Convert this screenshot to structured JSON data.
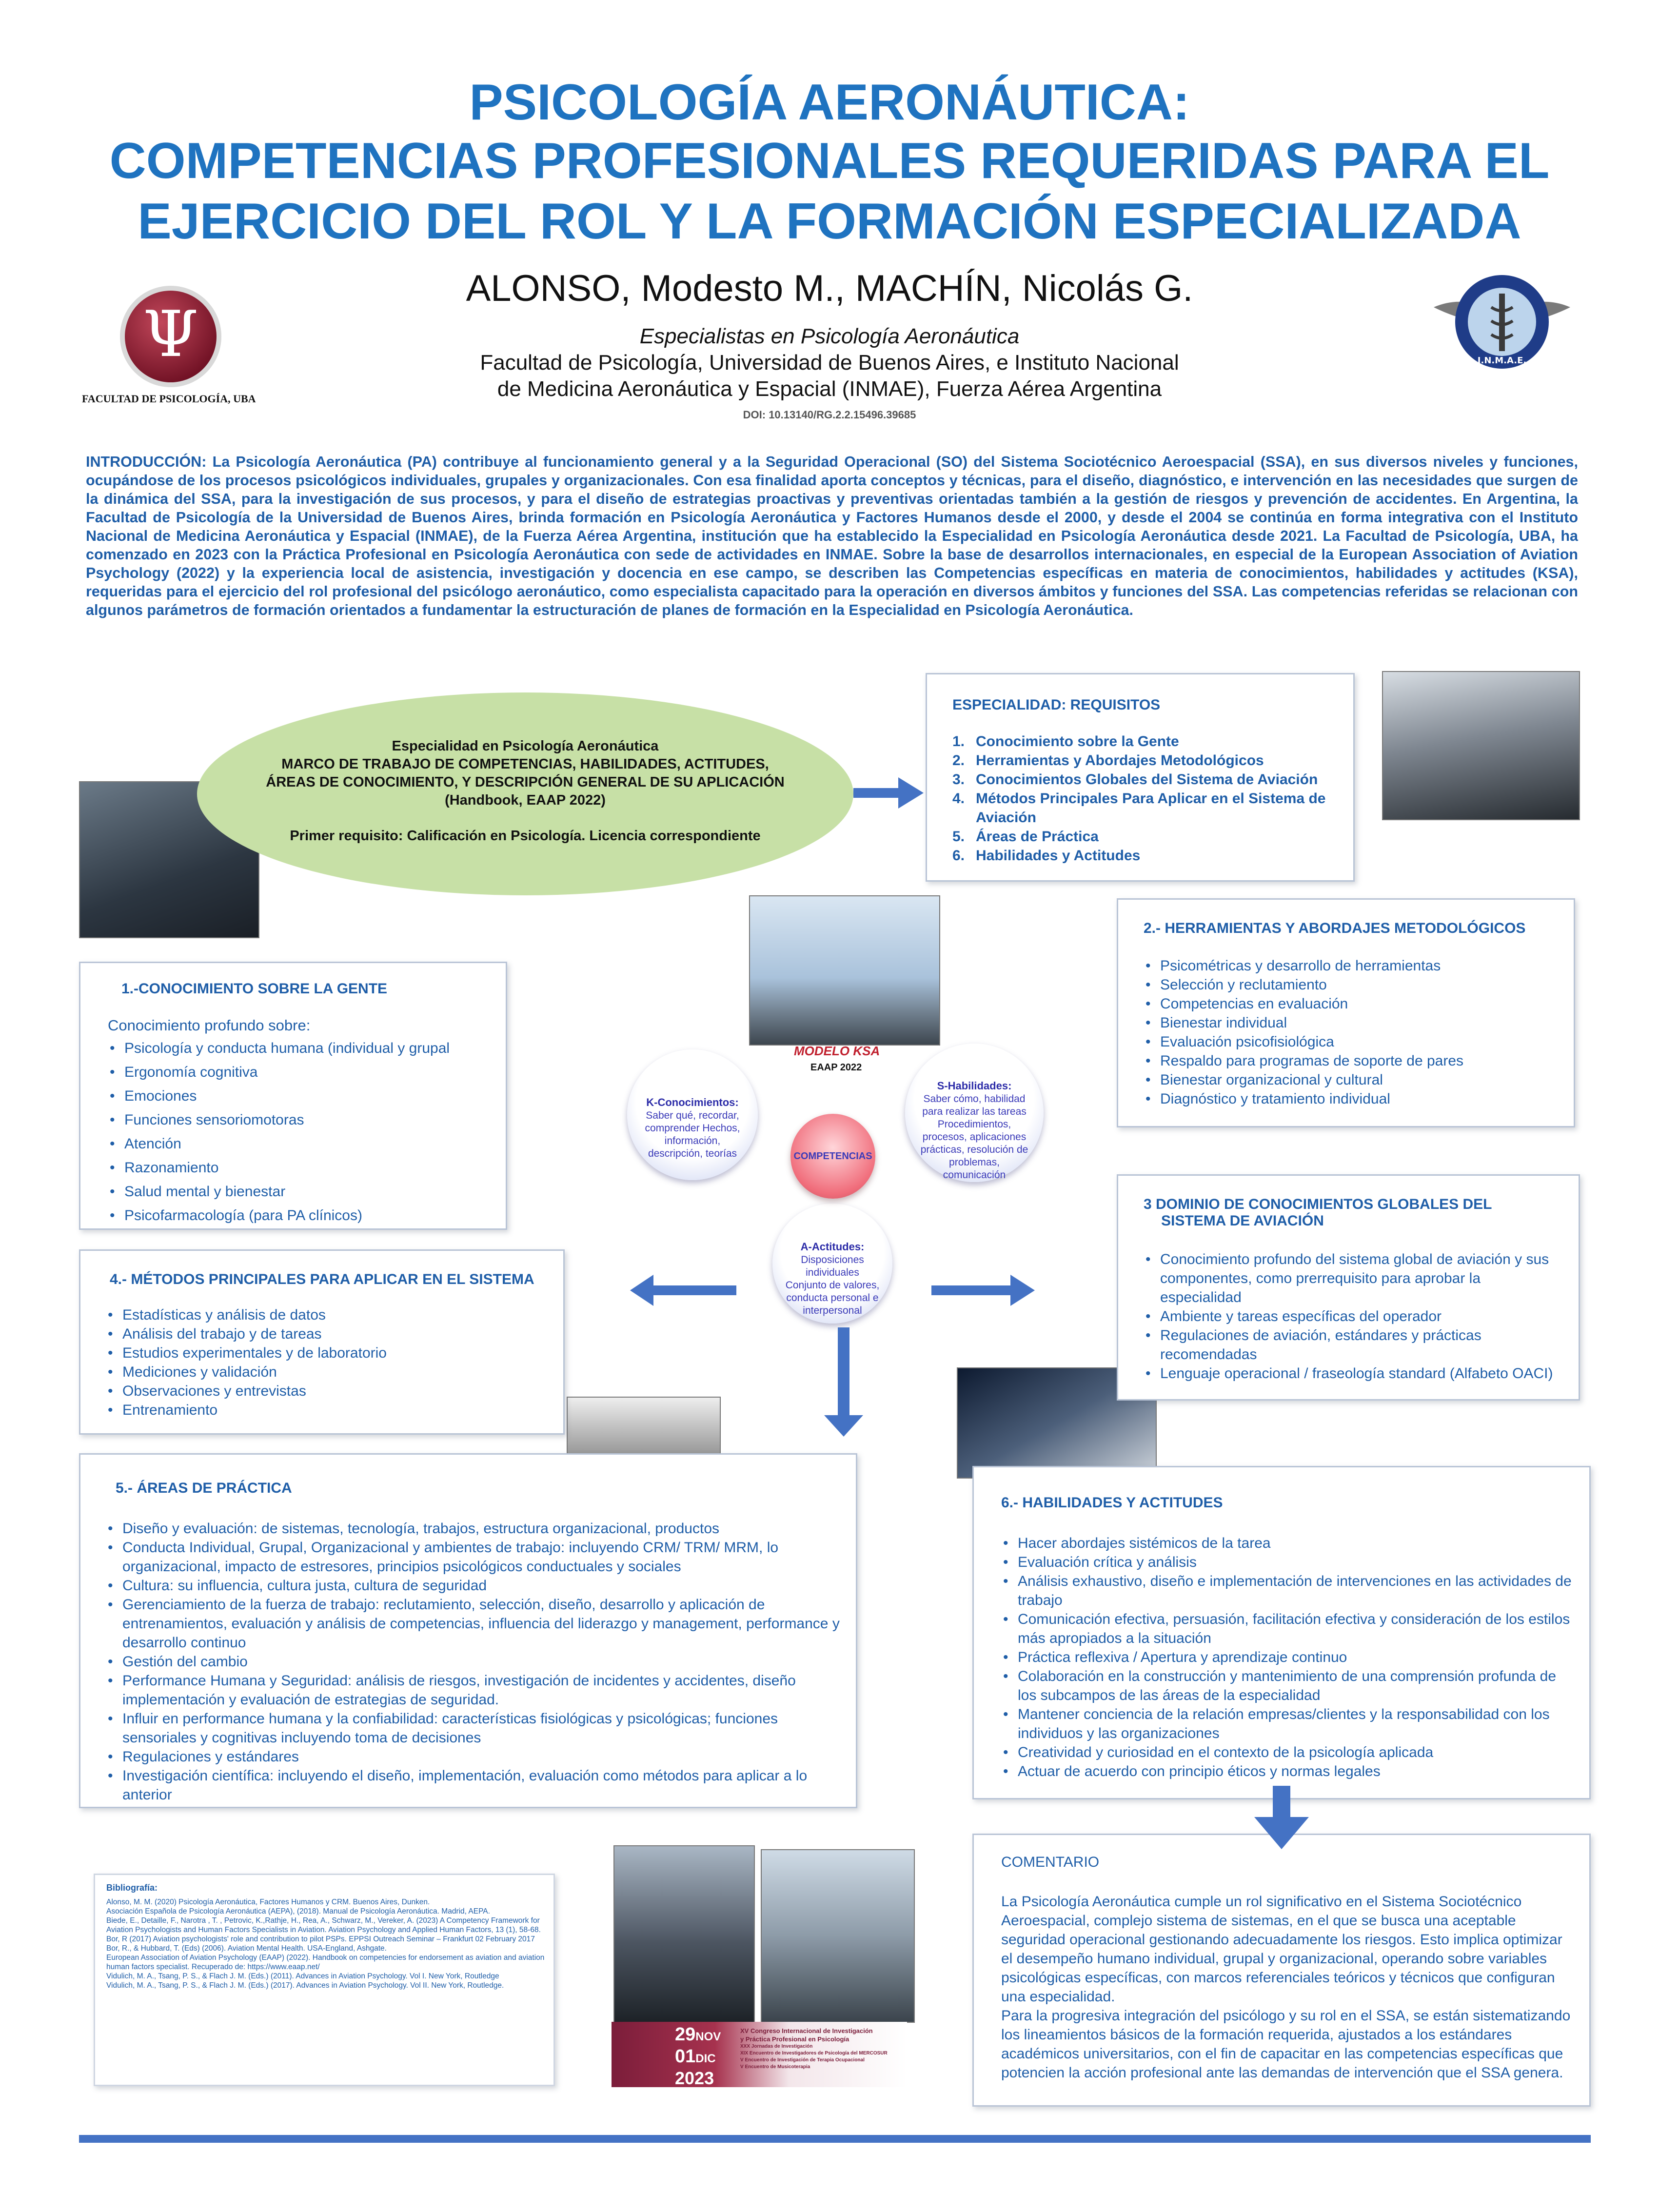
{
  "title": {
    "line1": "PSICOLOGÍA AERONÁUTICA:",
    "line2": "COMPETENCIAS PROFESIONALES REQUERIDAS PARA EL",
    "line3": "EJERCICIO DEL ROL Y LA FORMACIÓN ESPECIALIZADA"
  },
  "authors": "ALONSO, Modesto M., MACHÍN, Nicolás G.",
  "affiliation": {
    "role": "Especialistas en Psicología Aeronáutica",
    "line1": "Facultad de Psicología, Universidad de Buenos Aires, e Instituto Nacional",
    "line2": "de Medicina Aeronáutica y Espacial (INMAE), Fuerza Aérea Argentina"
  },
  "doi": "DOI: 10.13140/RG.2.2.15496.39685",
  "logos": {
    "uba_caption": "FACULTAD DE PSICOLOGÍA, UBA",
    "uba_icon": "psi-logo-icon",
    "inmae_icon": "inmae-emblem-icon",
    "inmae_text": "I.N.M.A.E."
  },
  "intro": "INTRODUCCIÓN: La Psicología Aeronáutica (PA) contribuye al funcionamiento general y a la Seguridad Operacional (SO) del Sistema Sociotécnico Aeroespacial (SSA), en sus diversos niveles y funciones, ocupándose de los procesos psicológicos individuales, grupales y organizacionales. Con esa finalidad aporta conceptos y técnicas, para el diseño, diagnóstico, e intervención en las necesidades que surgen de la dinámica del SSA, para la investigación de sus procesos, y para el diseño de estrategias proactivas y preventivas orientadas también a la gestión de riesgos y prevención de accidentes. En Argentina, la Facultad de Psicología de la Universidad de Buenos Aires, brinda formación en Psicología Aeronáutica y Factores Humanos desde el 2000, y desde el 2004 se continúa en forma integrativa con el Instituto Nacional de Medicina Aeronáutica y Espacial (INMAE), de la Fuerza Aérea Argentina, institución que ha establecido la Especialidad en Psicología Aeronáutica desde 2021. La Facultad de Psicología, UBA, ha comenzado en 2023 con la Práctica Profesional en Psicología Aeronáutica con sede de actividades en INMAE. Sobre la base de desarrollos internacionales, en especial de la European Association of Aviation Psychology (2022) y la experiencia local de asistencia, investigación y docencia en ese campo, se describen las Competencias específicas en materia de conocimientos, habilidades y actitudes (KSA), requeridas para el ejercicio del rol profesional del psicólogo aeronáutico, como especialista capacitado para la operación en diversos ámbitos y funciones del SSA. Las competencias referidas se relacionan con algunos parámetros de formación orientados a fundamentar la estructuración de planes de formación en la Especialidad en Psicología Aeronáutica.",
  "ellipse": {
    "line1": "Especialidad en Psicología Aeronáutica",
    "line2": "MARCO DE TRABAJO DE COMPETENCIAS, HABILIDADES, ACTITUDES,",
    "line3": "ÁREAS DE CONOCIMIENTO, Y DESCRIPCIÓN GENERAL DE SU APLICACIÓN",
    "line4": "(Handbook, EAAP 2022)",
    "line5": "Primer requisito: Calificación en Psicología. Licencia correspondiente"
  },
  "requisitos": {
    "title": "ESPECIALIDAD:  REQUISITOS",
    "items": [
      {
        "n": "1.",
        "text": "Conocimiento sobre la Gente"
      },
      {
        "n": "2.",
        "text": "Herramientas y Abordajes Metodológicos"
      },
      {
        "n": "3.",
        "text": "Conocimientos Globales del Sistema de Aviación"
      },
      {
        "n": "4.",
        "text": "Métodos Principales Para Aplicar en el Sistema de Aviación"
      },
      {
        "n": "5.",
        "text": "Áreas de Práctica"
      },
      {
        "n": "6.",
        "text": "Habilidades y Actitudes"
      }
    ]
  },
  "conocimiento": {
    "title": "1.-CONOCIMIENTO  SOBRE  LA GENTE",
    "intro": "Conocimiento profundo sobre:",
    "items": [
      "Psicología  y conducta humana (individual y grupal",
      "Ergonomía cognitiva",
      "Emociones",
      "Funciones sensoriomotoras",
      "Atención",
      "Razonamiento",
      "Salud mental y bienestar",
      "Psicofarmacología  (para PA clínicos)"
    ]
  },
  "herramientas": {
    "title": "2.- HERRAMIENTAS  Y ABORDAJES  METODOLÓGICOS",
    "items": [
      "Psicométricas y desarrollo de herramientas",
      "Selección y reclutamiento",
      "Competencias  en evaluación",
      "Bienestar individual",
      "Evaluación  psicofisiológica",
      "Respaldo para programas de soporte  de pares",
      "Bienestar organizacional  y cultural",
      "Diagnóstico y tratamiento individual"
    ]
  },
  "dominio": {
    "title1": "3  DOMINIO DE CONOCIMIENTOS  GLOBALES DEL",
    "title2": "SISTEMA DE AVIACIÓN",
    "items": [
      "Conocimiento profundo del sistema global de aviación y sus componentes, como prerrequisito para aprobar la especialidad",
      "Ambiente y tareas específicas del operador",
      "Regulaciones de aviación, estándares y prácticas recomendadas",
      "Lenguaje operacional / fraseología standard (Alfabeto OACI)"
    ]
  },
  "metodos": {
    "title": "4.- MÉTODOS  PRINCIPALES  PARA APLICAR EN EL SISTEMA",
    "items": [
      "Estadísticas y análisis de datos",
      "Análisis del trabajo y de tareas",
      "Estudios experimentales  y de laboratorio",
      "Mediciones y validación",
      "Observaciones y entrevistas",
      "Entrenamiento"
    ]
  },
  "areas": {
    "title": "5.- ÁREAS DE PRÁCTICA",
    "items": [
      "Diseño y evaluación:  de sistemas, tecnología,  trabajos,  estructura organizacional,  productos",
      "Conducta Individual, Grupal, Organizacional  y ambientes de trabajo: incluyendo CRM/ TRM/ MRM, lo organizacional, impacto de estresores, principios psicológicos  conductuales y sociales",
      "Cultura: su influencia, cultura justa, cultura de seguridad",
      "Gerenciamiento de la fuerza de trabajo: reclutamiento, selección, diseño, desarrollo y aplicación de entrenamientos, evaluación  y análisis de competencias, influencia del liderazgo y management, performance y desarrollo continuo",
      "Gestión del cambio",
      "Performance Humana y Seguridad:  análisis de riesgos, investigación de incidentes y accidentes, diseño implementación y evaluación de estrategias de seguridad.",
      "Influir en performance humana y la confiabilidad:  características fisiológicas y psicológicas;  funciones sensoriales y cognitivas incluyendo toma de decisiones",
      "Regulaciones  y estándares",
      "Investigación  científica: incluyendo el diseño, implementación, evaluación como métodos para aplicar a lo anterior"
    ]
  },
  "habilidades": {
    "title": "6.- HABILIDADES  Y ACTITUDES",
    "items": [
      "Hacer abordajes  sistémicos de la tarea",
      "Evaluación  crítica y análisis",
      "Análisis exhaustivo, diseño e implementación de intervenciones en las actividades de trabajo",
      "Comunicación efectiva, persuasión, facilitación efectiva y consideración de los estilos más apropiados  a la situación",
      "Práctica reflexiva  / Apertura y aprendizaje  continuo",
      "Colaboración  en la construcción y mantenimiento de una comprensión profunda de los subcampos de las áreas de la especialidad",
      "Mantener conciencia de la relación empresas/clientes y la responsabilidad con los individuos y las organizaciones",
      "Creatividad y curiosidad en el contexto de la psicología aplicada",
      "Actuar de acuerdo con principio éticos y normas legales"
    ]
  },
  "ksa": {
    "label": "MODELO KSA",
    "sub": "EAAP 2022",
    "k_title": "K-Conocimientos:",
    "k_text": "Saber qué, recordar, comprender Hechos, información, descripción, teorías",
    "s_title": "S-Habilidades:",
    "s_text": "Saber cómo, habilidad para realizar las tareas Procedimientos, procesos, aplicaciones prácticas, resolución de problemas, comunicación",
    "a_title": "A-Actitudes:",
    "a_text": "Disposiciones individuales Conjunto de valores, conducta personal e interpersonal",
    "center": "COMPETENCIAS"
  },
  "comentario": {
    "title": "COMENTARIO",
    "p1": "La Psicología Aeronáutica cumple un rol significativo en el Sistema Sociotécnico Aeroespacial, complejo sistema de sistemas, en el que se busca una aceptable seguridad operacional gestionando adecuadamente los riesgos. Esto implica optimizar el desempeño humano individual, grupal y organizacional, operando sobre variables psicológicas específicas, con marcos referenciales teóricos y técnicos que configuran una especialidad.",
    "p2": "Para la progresiva integración del psicólogo y su rol en el SSA, se están sistematizando los lineamientos básicos de la formación requerida, ajustados a los estándares académicos universitarios, con el fin de capacitar en las competencias específicas que potencien la acción profesional ante las demandas de intervención que el SSA genera."
  },
  "bibliografia": {
    "title": "Bibliografía:",
    "items": [
      "Alonso, M. M.  (2020) Psicología Aeronáutica, Factores Humanos y CRM. Buenos Aires, Dunken.",
      "Asociación Española de Psicología Aeronáutica (AEPA), (2018). Manual  de Psicología Aeronáutica. Madrid, AEPA.",
      "Biede, E., Detaille, F., Narotra , T. , Petrovic, K.,Rathje, H.,  Rea, A., Schwarz, M., Vereker, A. (2023) A Competency Framework for Aviation Psychologists and Human Factors Specialists in Aviation. Aviation Psychology and Applied Human Factors, 13 (1), 58-68.",
      "Bor, R (2017) Aviation psychologists' role and contribution to pilot PSPs. EPPSI Outreach   Seminar – Frankfurt 02 February 2017",
      "Bor, R., & Hubbard, T. (Eds) (2006). Aviation Mental Health. USA-England,  Ashgate.",
      "European Association of Aviation Psychology (EAAP)  (2022). Handbook on competencies for endorsement as  aviation and aviation human factors specialist.  Recuperado de: https://www.eaap.net/",
      "Vidulich, M. A., Tsang, P. S., & Flach J. M. (Eds.) (2011). Advances in Aviation Psychology. Vol I. New York, Routledge",
      "Vidulich, M. A., Tsang, P. S., & Flach J. M. (Eds.) (2017). Advances in Aviation  Psychology. Vol II. New York, Routledge."
    ]
  },
  "congreso": {
    "day1": "29",
    "month1": "NOV",
    "day2": "01",
    "month2": "DIC",
    "year": "2023",
    "line1": "XV Congreso Internacional de Investigación",
    "line2": "y Práctica Profesional en Psicología",
    "line3": "XXX Jornadas de Investigación",
    "line4": "XIX Encuentro de Investigadores de Psicología del MERCOSUR",
    "line5": "V Encuentro de Investigación de Terapia Ocupacional",
    "line6": "V Encuentro de Musicoterapia"
  },
  "colors": {
    "accent": "#1f73c0",
    "text_blue": "#1f5ea8",
    "arrow": "#4472c4",
    "ellipse": "#c7e0a6",
    "footer_bar": "#4472c4"
  }
}
